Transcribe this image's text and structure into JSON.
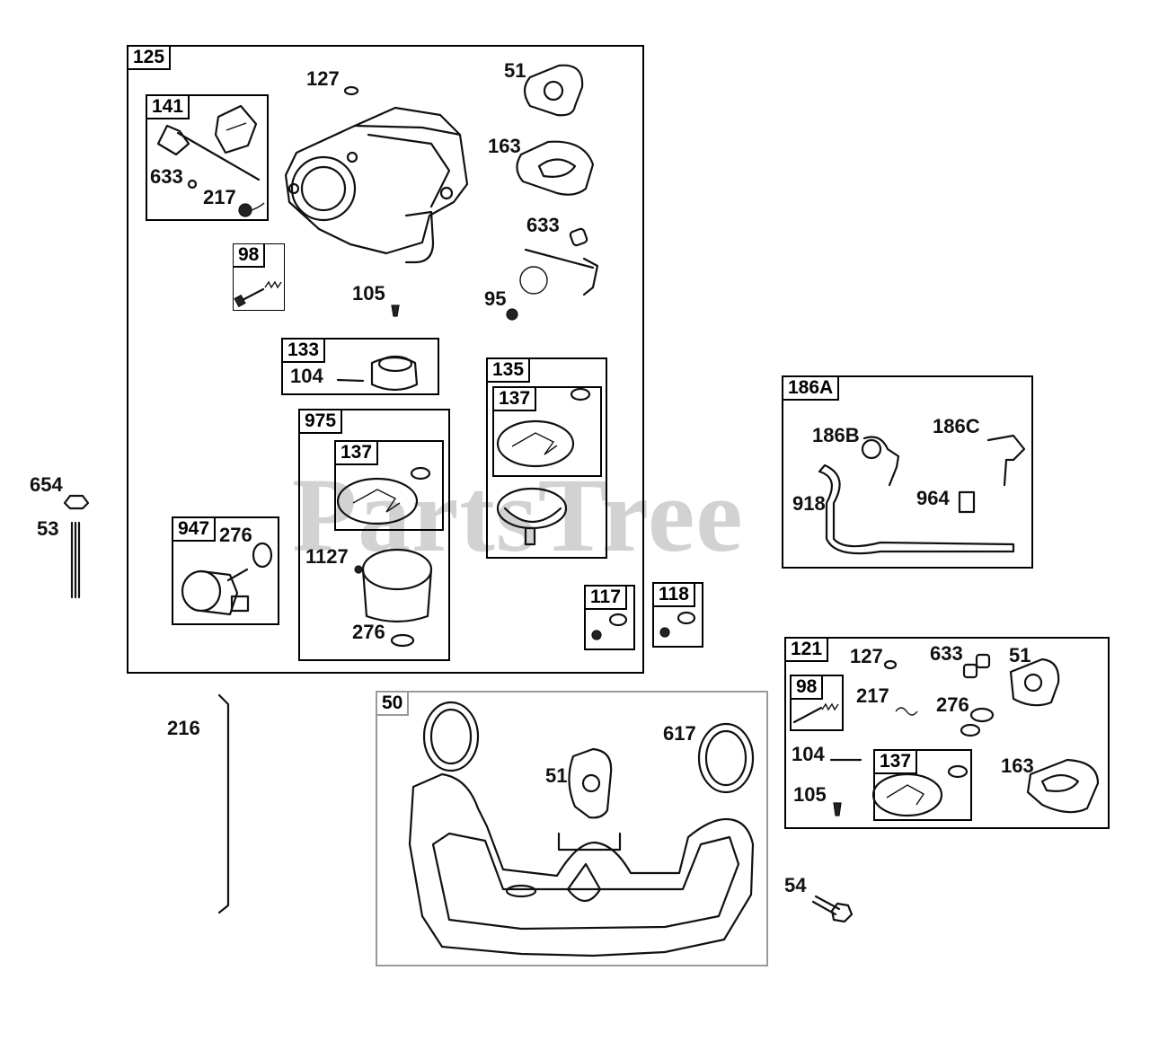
{
  "watermark": "PartsTree",
  "groups": {
    "g125": "125",
    "g141": "141",
    "g98a": "98",
    "g133": "133",
    "g975": "975",
    "g137a": "137",
    "g135": "135",
    "g137b": "137",
    "g947": "947",
    "g117": "117",
    "g118": "118",
    "g186A": "186A",
    "g121": "121",
    "g98b": "98",
    "g137c": "137",
    "g50": "50"
  },
  "labels": {
    "l127a": "127",
    "l51a": "51",
    "l163a": "163",
    "l633a": "633",
    "l217a": "217",
    "l633b": "633",
    "l105a": "105",
    "l95": "95",
    "l104a": "104",
    "l1127": "1127",
    "l276a": "276",
    "l276b": "276",
    "l654": "654",
    "l53": "53",
    "l216": "216",
    "l186B": "186B",
    "l186C": "186C",
    "l918": "918",
    "l964": "964",
    "l127b": "127",
    "l633c": "633",
    "l51b": "51",
    "l217b": "217",
    "l276c": "276",
    "l104b": "104",
    "l105b": "105",
    "l163b": "163",
    "l617": "617",
    "l51c": "51",
    "l54": "54"
  }
}
